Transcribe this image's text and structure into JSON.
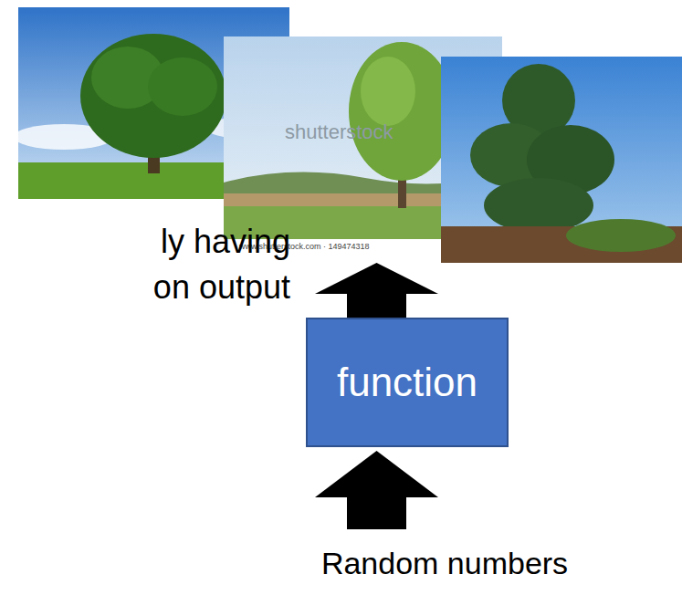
{
  "diagram": {
    "nodes": [
      {
        "text": [
          "function"
        ]
      }
    ],
    "labels": [
      "shutterstock",
      "www.shutterstock.com · 149474318",
      "ly having",
      "on output",
      "Random numbers"
    ]
  }
}
